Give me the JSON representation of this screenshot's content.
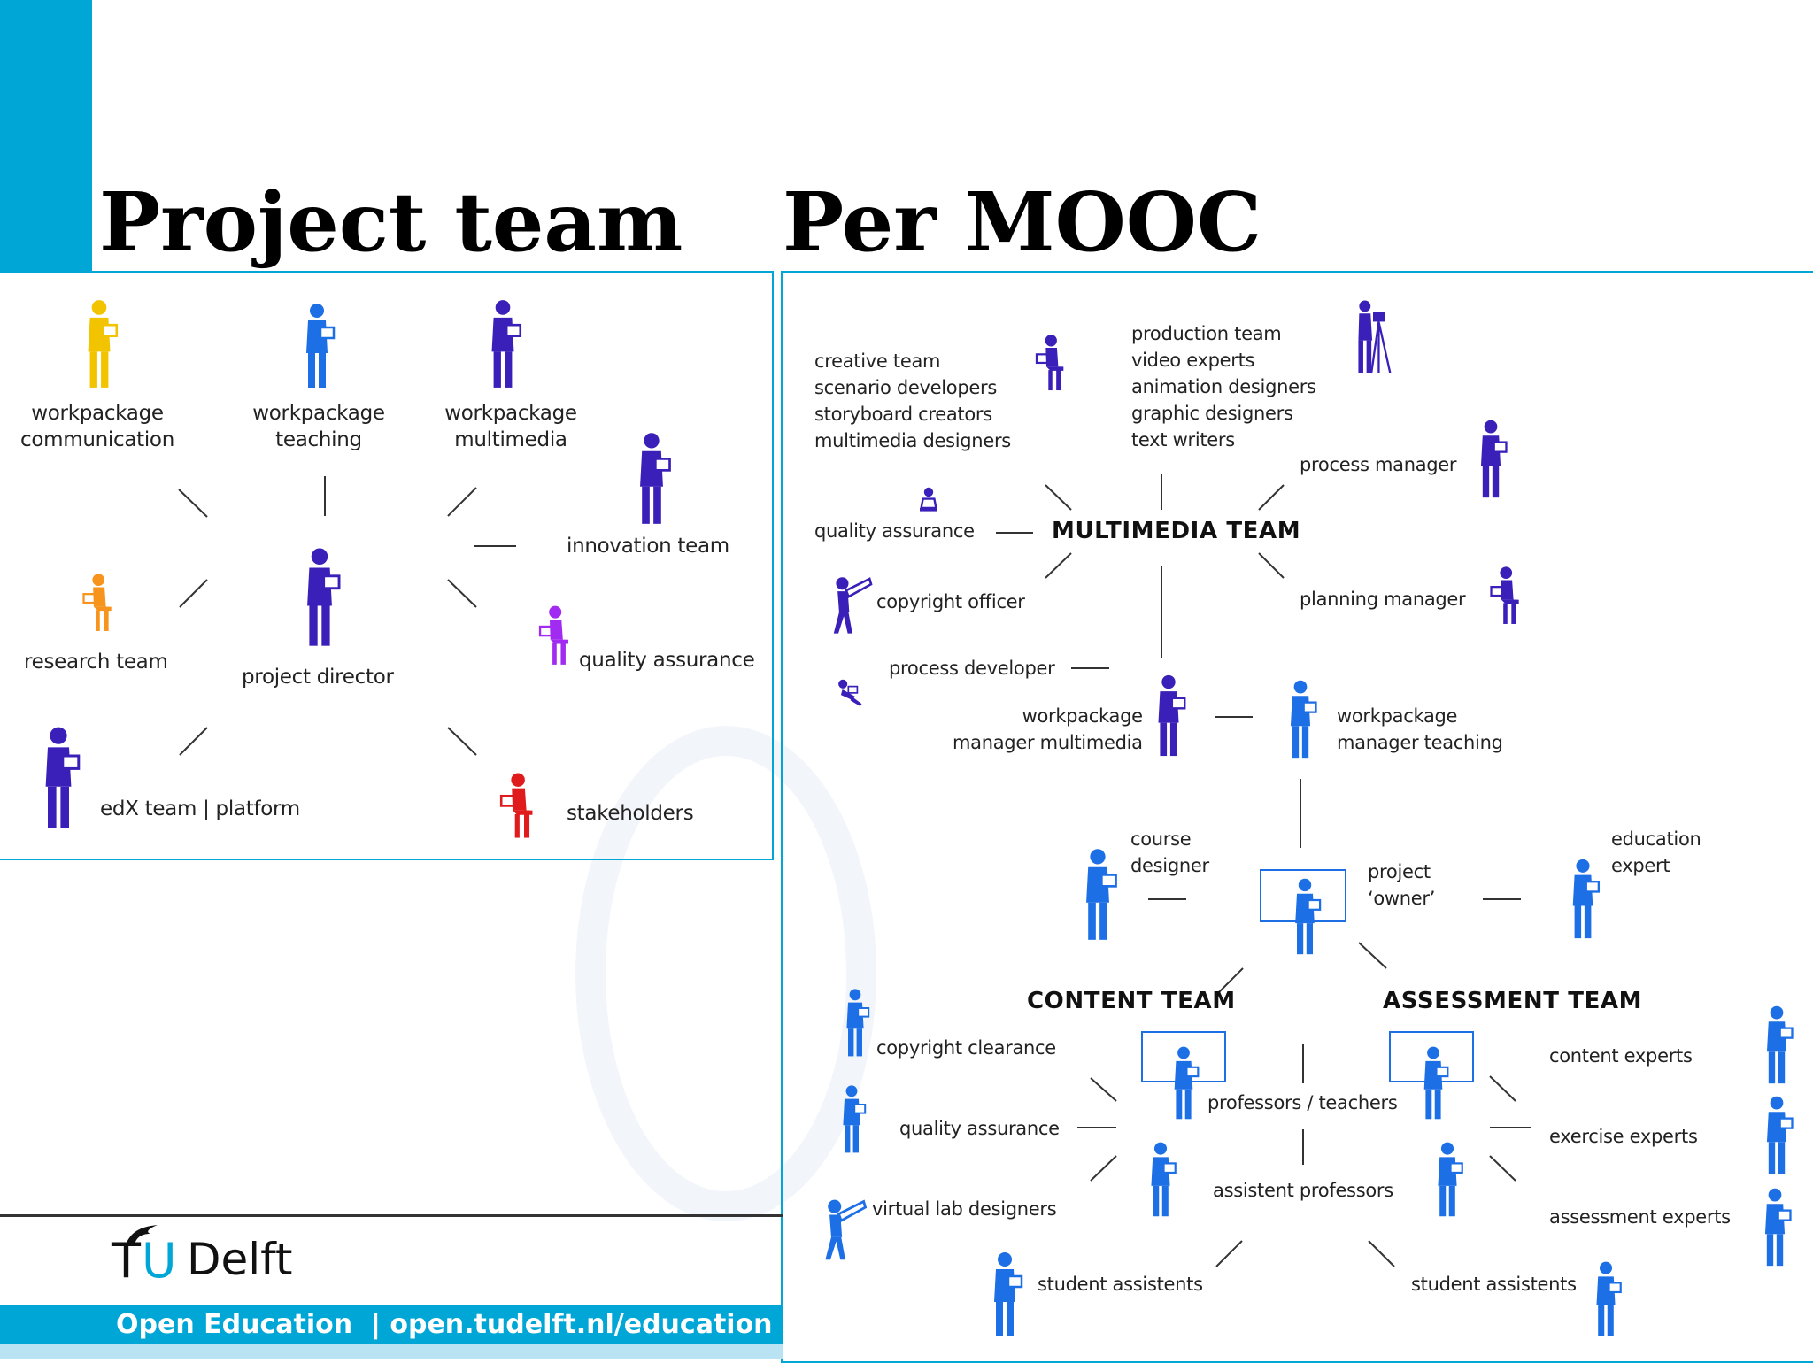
{
  "colors": {
    "accent": "#00a6d6",
    "blue": "#1d6fe6",
    "indigo": "#3a1fb8",
    "yellow": "#f2c400",
    "orange": "#f7941d",
    "violet": "#a12bf0",
    "red": "#e01b1b",
    "line": "#333333"
  },
  "titles": {
    "left": "Project team",
    "right": "Per MOOC"
  },
  "project_team": {
    "wp_communication": "workpackage\ncommunication",
    "wp_teaching": "workpackage\nteaching",
    "wp_multimedia": "workpackage\nmultimedia",
    "innovation": "innovation team",
    "research": "research team",
    "director": "project director",
    "quality": "quality assurance",
    "edx": "edX team | platform",
    "stakeholders": "stakeholders"
  },
  "mooc": {
    "creative": "creative team\nscenario developers\nstoryboard creators\nmultimedia designers",
    "production": "production team\nvideo experts\nanimation designers\ngraphic designers\ntext writers",
    "process_manager": "process manager",
    "quality": "quality assurance",
    "multimedia_team": "MULTIMEDIA TEAM",
    "copyright_officer": "copyright officer",
    "planning_manager": "planning manager",
    "process_developer": "process developer",
    "wp_mgr_multimedia": "workpackage\nmanager multimedia",
    "wp_mgr_teaching": "workpackage\nmanager teaching",
    "course_designer": "course\ndesigner",
    "project_owner": "project\n‘owner’",
    "education_expert": "education\nexpert",
    "content_team": "CONTENT TEAM",
    "assessment_team": "ASSESSMENT TEAM",
    "copyright_clearance": "copyright clearance",
    "content_quality": "quality assurance",
    "virtual_lab": "virtual lab designers",
    "professors": "professors / teachers",
    "assistent_professors": "assistent professors",
    "content_experts": "content experts",
    "exercise_experts": "exercise experts",
    "assessment_experts": "assessment experts",
    "student_assistents_left": "student assistents",
    "student_assistents_right": "student assistents"
  },
  "figures": [
    {
      "id": "fig-wp-communication",
      "color": "yellow",
      "pose": "stand"
    },
    {
      "id": "fig-wp-teaching",
      "color": "blue",
      "pose": "stand"
    },
    {
      "id": "fig-wp-multimedia",
      "color": "indigo",
      "pose": "stand"
    },
    {
      "id": "fig-innovation",
      "color": "indigo",
      "pose": "stand"
    },
    {
      "id": "fig-research",
      "color": "orange",
      "pose": "sit"
    },
    {
      "id": "fig-director",
      "color": "indigo",
      "pose": "stand"
    },
    {
      "id": "fig-quality-left",
      "color": "violet",
      "pose": "sit"
    },
    {
      "id": "fig-edx",
      "color": "indigo",
      "pose": "stand"
    },
    {
      "id": "fig-stakeholders",
      "color": "red",
      "pose": "sit"
    },
    {
      "id": "fig-creative",
      "color": "indigo",
      "pose": "sit"
    },
    {
      "id": "fig-production",
      "color": "indigo",
      "pose": "camera"
    },
    {
      "id": "fig-process-manager",
      "color": "indigo",
      "pose": "stand"
    },
    {
      "id": "fig-quality-mm",
      "color": "indigo",
      "pose": "laptop"
    },
    {
      "id": "fig-copyright-officer",
      "color": "indigo",
      "pose": "telescope"
    },
    {
      "id": "fig-planning",
      "color": "indigo",
      "pose": "sit"
    },
    {
      "id": "fig-process-developer",
      "color": "indigo",
      "pose": "lying"
    },
    {
      "id": "fig-wp-mgr-multimedia",
      "color": "indigo",
      "pose": "stand"
    },
    {
      "id": "fig-wp-mgr-teaching",
      "color": "blue",
      "pose": "stand"
    },
    {
      "id": "fig-course-designer",
      "color": "blue",
      "pose": "stand"
    },
    {
      "id": "fig-project-owner",
      "color": "blue",
      "pose": "stand"
    },
    {
      "id": "fig-education-expert",
      "color": "blue",
      "pose": "stand"
    },
    {
      "id": "fig-copyright-clearance",
      "color": "blue",
      "pose": "stand"
    },
    {
      "id": "fig-content-quality",
      "color": "blue",
      "pose": "stand"
    },
    {
      "id": "fig-virtual-lab",
      "color": "blue",
      "pose": "telescope"
    },
    {
      "id": "fig-professor-content",
      "color": "blue",
      "pose": "stand"
    },
    {
      "id": "fig-professor-assessment",
      "color": "blue",
      "pose": "stand"
    },
    {
      "id": "fig-assistent-content",
      "color": "blue",
      "pose": "stand"
    },
    {
      "id": "fig-assistent-assessment",
      "color": "blue",
      "pose": "stand"
    },
    {
      "id": "fig-content-experts",
      "color": "blue",
      "pose": "stand"
    },
    {
      "id": "fig-exercise-experts",
      "color": "blue",
      "pose": "stand"
    },
    {
      "id": "fig-assessment-experts",
      "color": "blue",
      "pose": "stand"
    },
    {
      "id": "fig-student-left",
      "color": "blue",
      "pose": "stand"
    },
    {
      "id": "fig-student-right",
      "color": "blue",
      "pose": "stand"
    }
  ],
  "footer": {
    "text": "Open Education  | open.tudelft.nl/education",
    "logo_t": "T",
    "logo_u": "U",
    "logo_delft": "Delft"
  }
}
